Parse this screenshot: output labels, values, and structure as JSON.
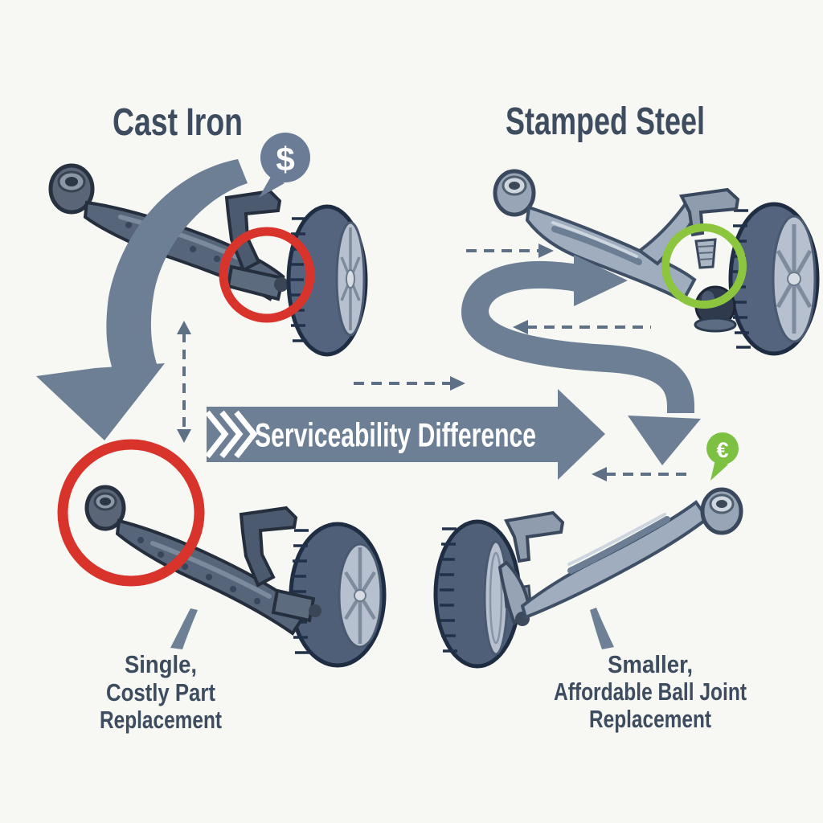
{
  "headings": {
    "left": "Cast Iron",
    "right": "Stamped Steel"
  },
  "banner": {
    "label": "Serviceability Difference",
    "color": "#6d7f95",
    "text_color": "#ffffff"
  },
  "bubbles": {
    "dollar": {
      "symbol": "$",
      "color": "#6b7d96"
    },
    "euro": {
      "symbol": "€",
      "color": "#7cc142"
    }
  },
  "highlights": {
    "red": "#d8342c",
    "green": "#8cc63f"
  },
  "captions": {
    "left": {
      "lines": [
        "Single,",
        "Costly Part",
        "Replacement"
      ]
    },
    "right": {
      "lines": [
        "Smaller,",
        "Affordable Ball Joint",
        "Replacement"
      ]
    }
  },
  "colors": {
    "background": "#f7f7f3",
    "heading_text": "#3e4c60",
    "flow_arrow": "#6d7f95",
    "dashed_arrow": "#5e7086",
    "cast_iron_part": "#57657a",
    "stamped_steel_part": "#9fadbf",
    "tire": "#54647e",
    "rim": "#b6c0ce"
  }
}
